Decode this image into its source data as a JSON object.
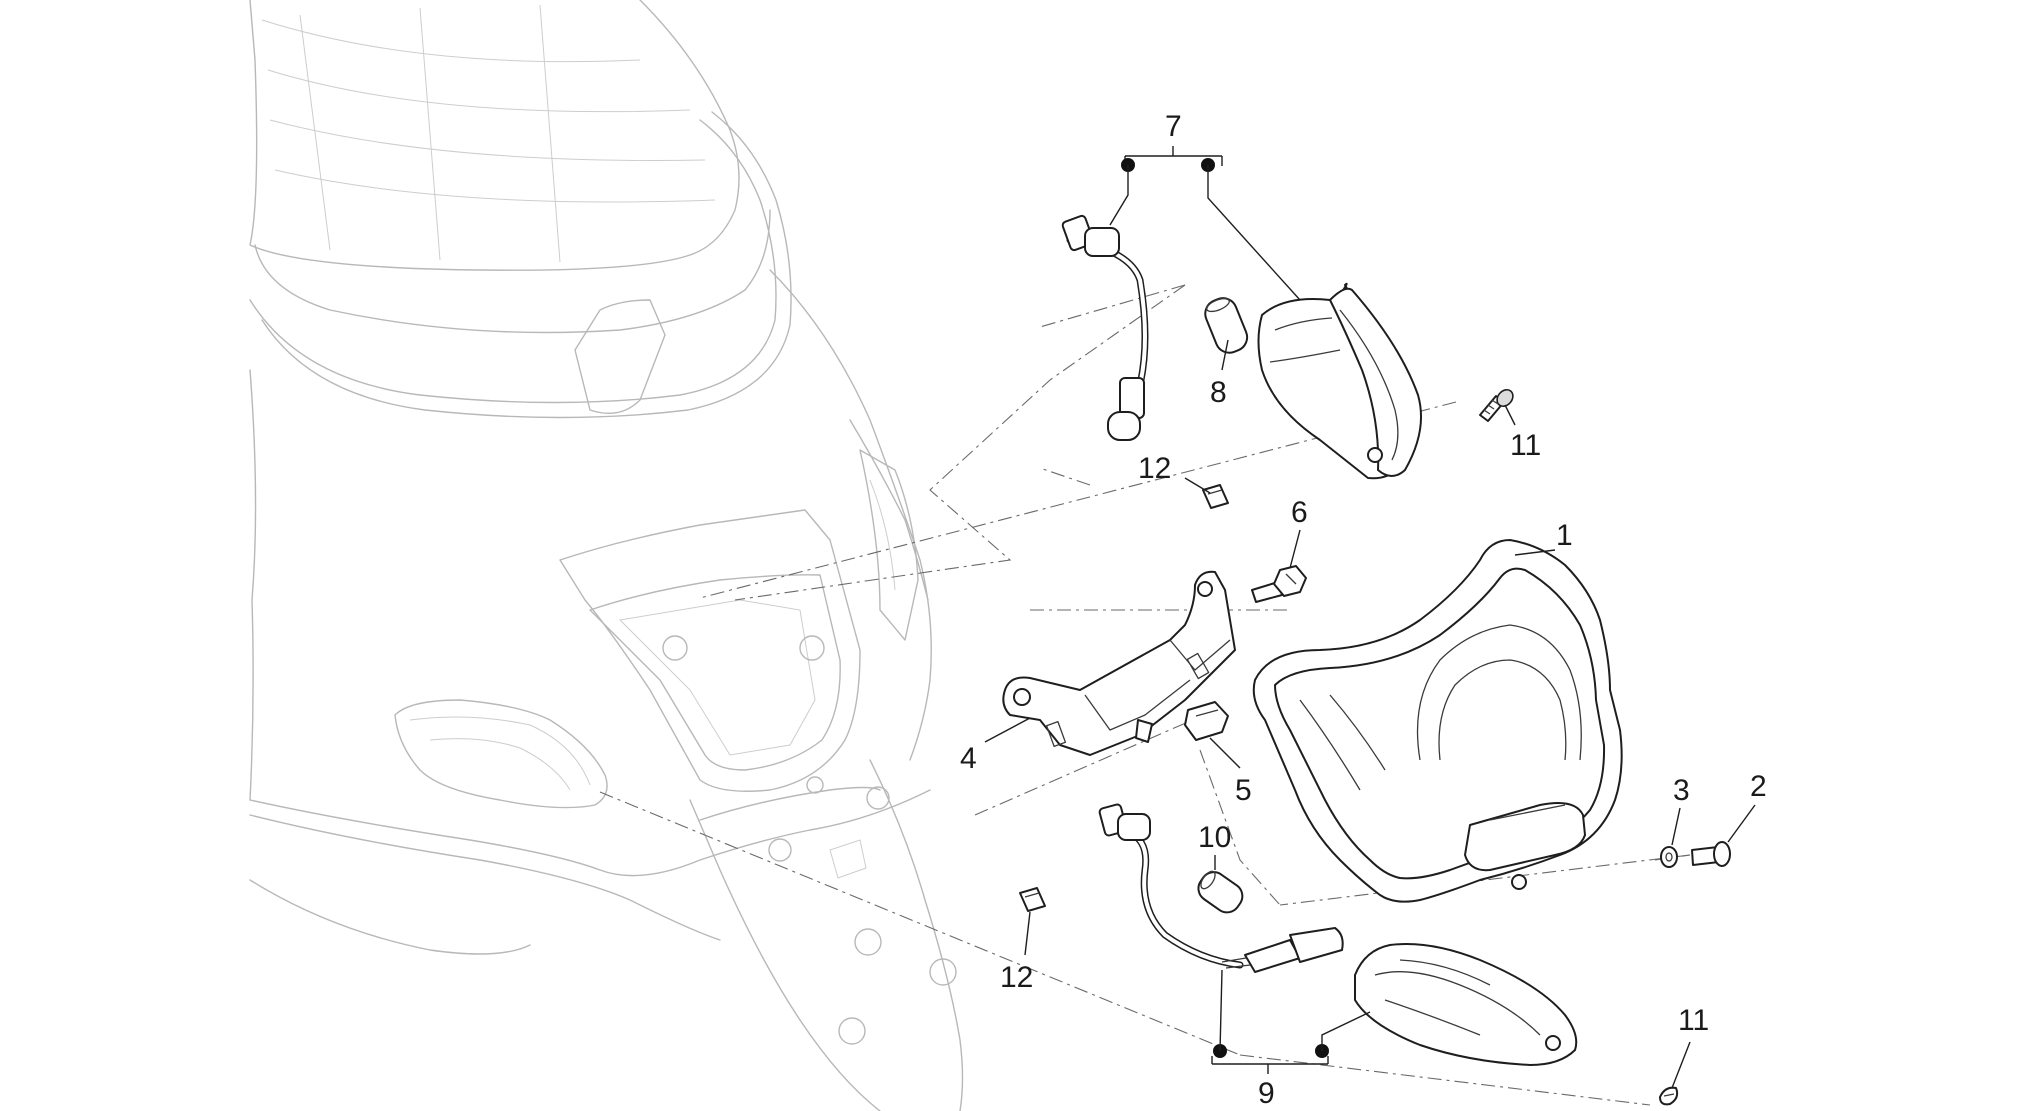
{
  "diagram": {
    "callouts": {
      "c1": "1",
      "c2": "2",
      "c3": "3",
      "c4": "4",
      "c5": "5",
      "c6": "6",
      "c7": "7",
      "c8": "8",
      "c9": "9",
      "c10": "10",
      "c11_top": "11",
      "c11_bottom": "11",
      "c12_top": "12",
      "c12_bottom": "12"
    }
  }
}
